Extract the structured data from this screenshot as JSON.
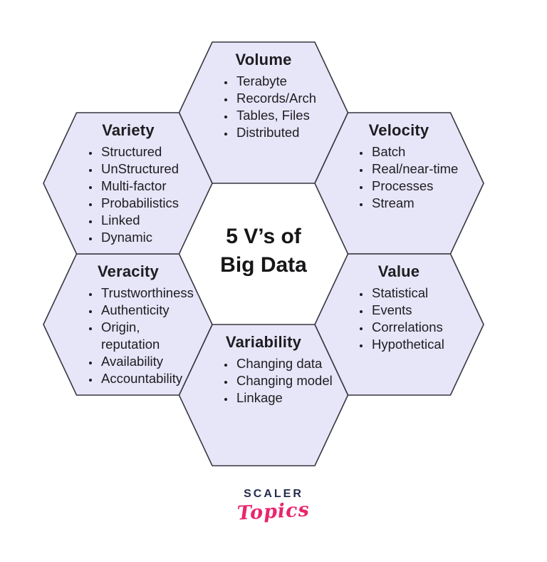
{
  "colors": {
    "hex_fill": "#e7e5f8",
    "hex_border": "#38373f",
    "text": "#1d1d20",
    "brand_navy": "#232c4d",
    "brand_pink": "#e8256d"
  },
  "diagram": {
    "center_title_line1": "5 V’s of",
    "center_title_line2": "Big Data",
    "sections": [
      {
        "id": "volume",
        "title": "Volume",
        "items": [
          "Terabyte",
          "Records/Arch",
          "Tables, Files",
          "Distributed"
        ]
      },
      {
        "id": "velocity",
        "title": "Velocity",
        "items": [
          "Batch",
          "Real/near-time",
          "Processes",
          "Stream"
        ]
      },
      {
        "id": "value",
        "title": "Value",
        "items": [
          "Statistical",
          "Events",
          "Correlations",
          "Hypothetical"
        ]
      },
      {
        "id": "variability",
        "title": "Variability",
        "items": [
          "Changing data",
          "Changing model",
          "Linkage"
        ]
      },
      {
        "id": "veracity",
        "title": "Veracity",
        "items": [
          "Trustworthiness",
          "Authenticity",
          "Origin, reputation",
          "Availability",
          "Accountability"
        ]
      },
      {
        "id": "variety",
        "title": "Variety",
        "items": [
          "Structured",
          "UnStructured",
          "Multi-factor",
          "Probabilistics",
          "Linked",
          "Dynamic"
        ]
      }
    ]
  },
  "footer": {
    "brand_primary": "SCALER",
    "brand_secondary": "Topics"
  }
}
